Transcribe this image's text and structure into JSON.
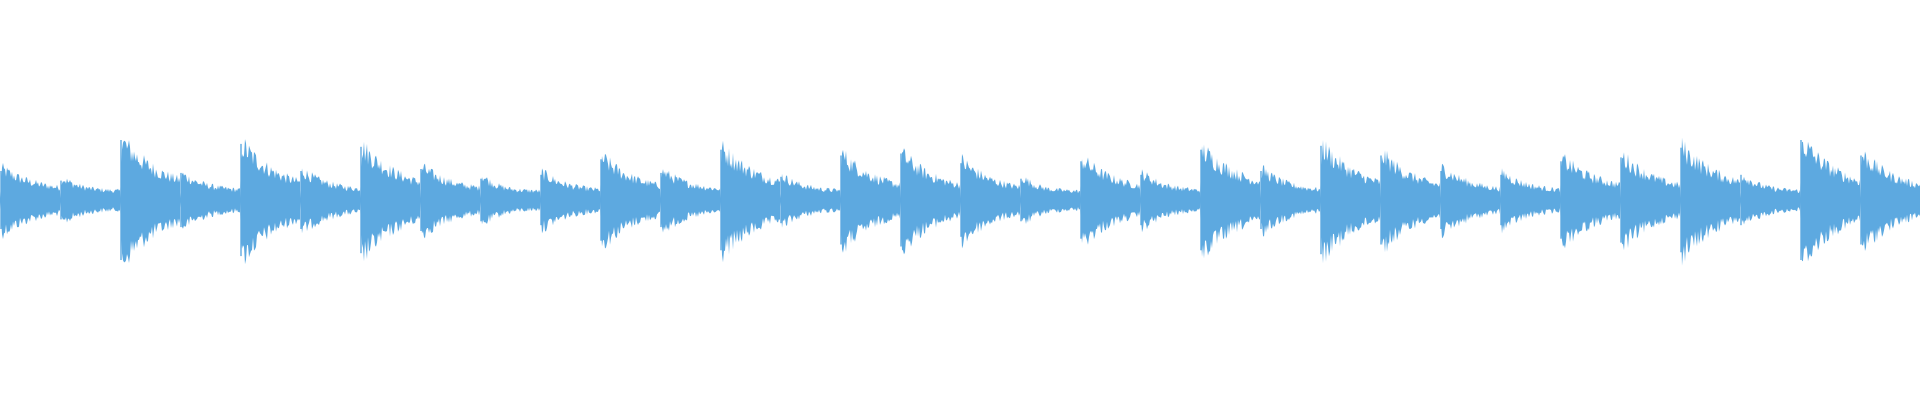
{
  "waveform": {
    "color": "#5DA9E0",
    "background": "#ffffff",
    "segments": [
      {
        "amp": 0.28,
        "decay": 0.55,
        "spike": 0.3
      },
      {
        "amp": 0.18,
        "decay": 0.3,
        "spike": 0.2
      },
      {
        "amp": 0.62,
        "decay": 0.65,
        "spike": 0.62
      },
      {
        "amp": 0.22,
        "decay": 0.4,
        "spike": 0.28
      },
      {
        "amp": 0.58,
        "decay": 0.6,
        "spike": 0.58
      },
      {
        "amp": 0.26,
        "decay": 0.45,
        "spike": 0.3
      },
      {
        "amp": 0.55,
        "decay": 0.62,
        "spike": 0.55
      },
      {
        "amp": 0.3,
        "decay": 0.5,
        "spike": 0.32
      },
      {
        "amp": 0.22,
        "decay": 0.25,
        "spike": 0.22
      },
      {
        "amp": 0.24,
        "decay": 0.4,
        "spike": 0.26
      },
      {
        "amp": 0.42,
        "decay": 0.55,
        "spike": 0.42
      },
      {
        "amp": 0.26,
        "decay": 0.45,
        "spike": 0.28
      },
      {
        "amp": 0.52,
        "decay": 0.65,
        "spike": 0.52
      },
      {
        "amp": 0.2,
        "decay": 0.35,
        "spike": 0.24
      },
      {
        "amp": 0.46,
        "decay": 0.55,
        "spike": 0.46
      },
      {
        "amp": 0.46,
        "decay": 0.55,
        "spike": 0.48
      },
      {
        "amp": 0.38,
        "decay": 0.5,
        "spike": 0.38
      },
      {
        "amp": 0.2,
        "decay": 0.25,
        "spike": 0.22
      },
      {
        "amp": 0.4,
        "decay": 0.55,
        "spike": 0.4
      },
      {
        "amp": 0.24,
        "decay": 0.35,
        "spike": 0.26
      },
      {
        "amp": 0.52,
        "decay": 0.65,
        "spike": 0.52
      },
      {
        "amp": 0.28,
        "decay": 0.4,
        "spike": 0.3
      },
      {
        "amp": 0.56,
        "decay": 0.6,
        "spike": 0.56
      },
      {
        "amp": 0.46,
        "decay": 0.55,
        "spike": 0.46
      },
      {
        "amp": 0.3,
        "decay": 0.45,
        "spike": 0.3
      },
      {
        "amp": 0.24,
        "decay": 0.4,
        "spike": 0.26
      },
      {
        "amp": 0.4,
        "decay": 0.6,
        "spike": 0.4
      },
      {
        "amp": 0.44,
        "decay": 0.55,
        "spike": 0.44
      },
      {
        "amp": 0.54,
        "decay": 0.62,
        "spike": 0.54
      },
      {
        "amp": 0.22,
        "decay": 0.3,
        "spike": 0.26
      },
      {
        "amp": 0.62,
        "decay": 0.6,
        "spike": 0.62
      },
      {
        "amp": 0.46,
        "decay": 0.55,
        "spike": 0.46
      }
    ]
  }
}
